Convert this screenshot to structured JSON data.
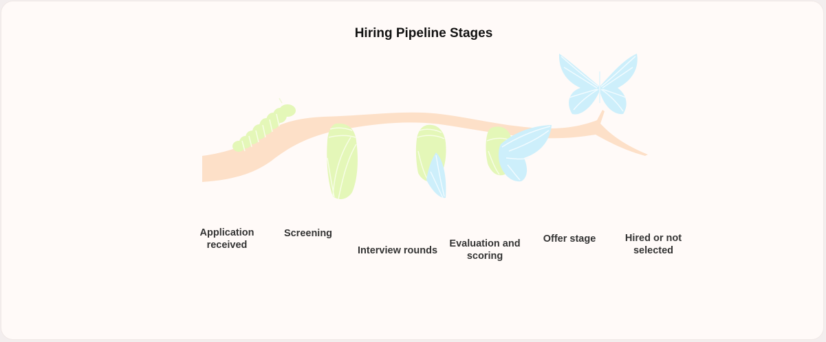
{
  "title": "Hiring Pipeline Stages",
  "stages": [
    {
      "label": "Application\nreceived"
    },
    {
      "label": "Screening"
    },
    {
      "label": "Interview rounds"
    },
    {
      "label": "Evaluation and\nscoring"
    },
    {
      "label": "Offer stage"
    },
    {
      "label": "Hired or not\nselected"
    }
  ],
  "colors": {
    "branch": "#fde0c8",
    "green": "#e4f7b8",
    "green_line": "#f7fde6",
    "blue": "#cdeffb",
    "blue_line": "#f1fbff"
  }
}
